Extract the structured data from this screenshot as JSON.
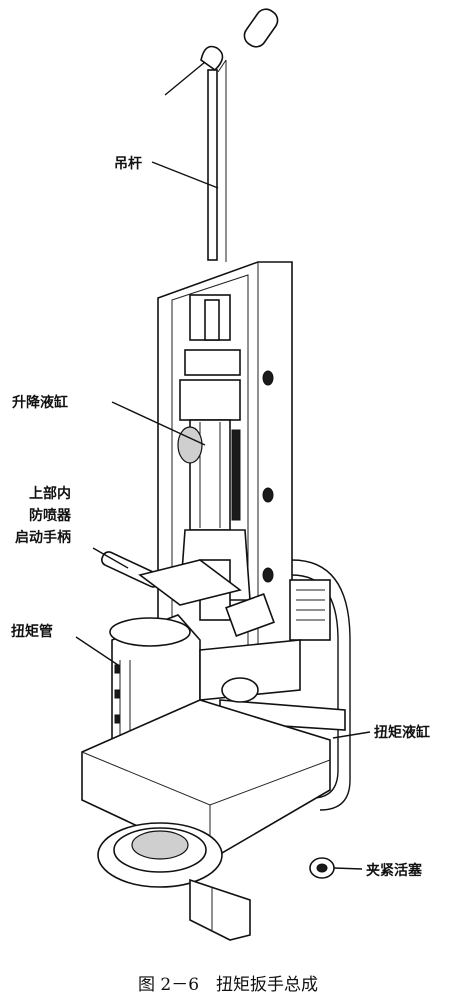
{
  "labels": {
    "boom": "吊杆",
    "lift_cylinder": "升降液缸",
    "upper_bop_line1": "上部内",
    "upper_bop_line2": "防喷器",
    "upper_bop_line3": "启动手柄",
    "torque_tube": "扭矩管",
    "torque_cylinder": "扭矩液缸",
    "clamp_piston": "夹紧活塞"
  },
  "caption": "图 2－6　扭矩扳手总成"
}
